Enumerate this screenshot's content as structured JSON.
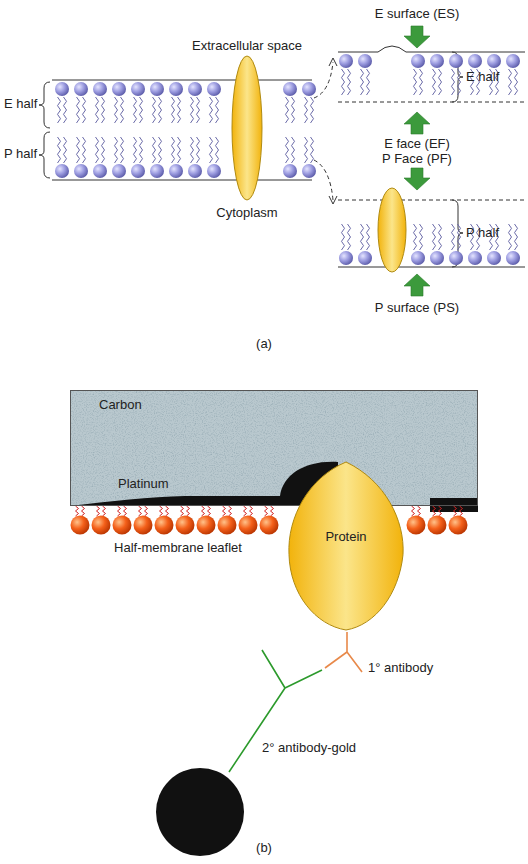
{
  "diagram": {
    "nodes": [
      {
        "text": [
          "Carbon"
        ]
      },
      {
        "text": [
          "Protein"
        ]
      }
    ],
    "labels": [
      "E surface (ES)",
      "Extracellular space",
      "E half",
      "E half",
      "P half",
      "E face (EF)",
      "P Face (PF)",
      "P half",
      "Cytoplasm",
      "P surface (PS)",
      "(a)",
      "Platinum",
      "Half-membrane leaflet",
      "1° antibody",
      "2° antibody-gold",
      "(b)"
    ]
  }
}
